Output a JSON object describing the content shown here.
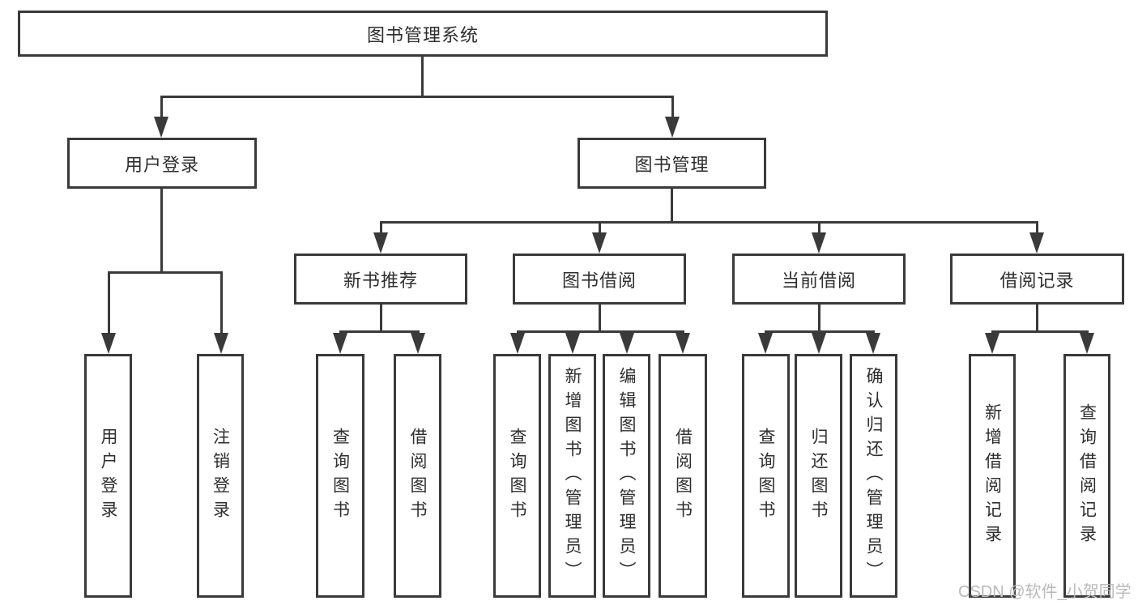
{
  "colors": {
    "line": "#3a3a3a",
    "text": "#2e2e2e",
    "watermark": "#b9b9b9",
    "background": "#ffffff"
  },
  "watermark": {
    "text": "CSDN @软件_小贺同学"
  },
  "tree": {
    "root": {
      "label": "图书管理系统"
    },
    "branches": [
      {
        "label": "用户登录",
        "children": [
          {
            "label": "用户登录"
          },
          {
            "label": "注销登录"
          }
        ]
      },
      {
        "label": "图书管理",
        "children": [
          {
            "label": "新书推荐",
            "children": [
              {
                "label": "查询图书"
              },
              {
                "label": "借阅图书"
              }
            ]
          },
          {
            "label": "图书借阅",
            "children": [
              {
                "label": "查询图书"
              },
              {
                "label": "新增图书（管理员）"
              },
              {
                "label": "编辑图书（管理员）"
              },
              {
                "label": "借阅图书"
              }
            ]
          },
          {
            "label": "当前借阅",
            "children": [
              {
                "label": "查询图书"
              },
              {
                "label": "归还图书"
              },
              {
                "label": "确认归还（管理员）"
              }
            ]
          },
          {
            "label": "借阅记录",
            "children": [
              {
                "label": "新增借阅记录"
              },
              {
                "label": "查询借阅记录"
              }
            ]
          }
        ]
      }
    ]
  }
}
